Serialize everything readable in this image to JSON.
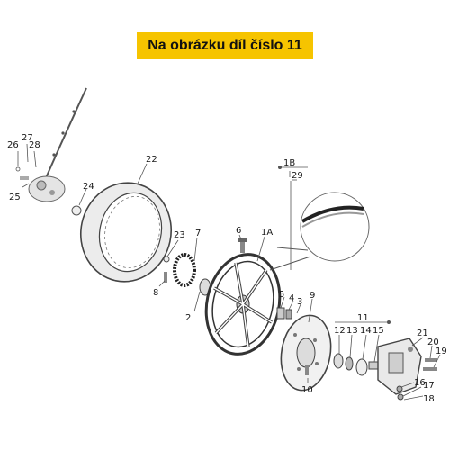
{
  "banner": {
    "text": "Na obrázku díl číslo 11",
    "bg_color": "#f6c400"
  },
  "labels": {
    "l26": "26",
    "l27": "27",
    "l28": "28",
    "l25": "25",
    "l24": "24",
    "l22": "22",
    "l23": "23",
    "l8": "8",
    "l7": "7",
    "l6": "6",
    "l2": "2",
    "l1A": "1A",
    "l1B": "1B",
    "l29": "29",
    "l5": "5",
    "l4": "4",
    "l3": "3",
    "l9": "9",
    "l10": "10",
    "l11": "11",
    "l12": "12",
    "l13": "13",
    "l14": "14",
    "l15": "15",
    "l21": "21",
    "l20": "20",
    "l19": "19",
    "l16": "16",
    "l17": "17",
    "l18": "18"
  }
}
